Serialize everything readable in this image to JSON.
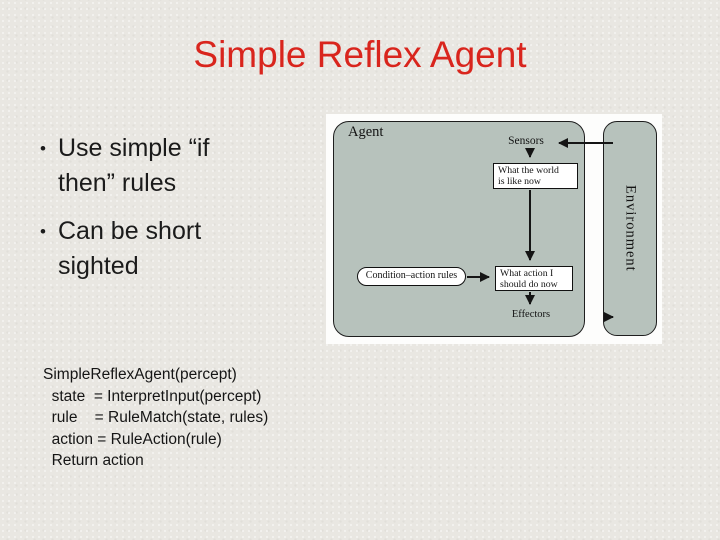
{
  "slide": {
    "title": "Simple Reflex Agent",
    "title_color": "#d9251d",
    "background_color": "#e9e7e2",
    "bullets": [
      "Use simple “if then” rules",
      "Can be short sighted"
    ],
    "code_lines": [
      "SimpleReflexAgent(percept)",
      "  state  = InterpretInput(percept)",
      "  rule    = RuleMatch(state, rules)",
      "  action = RuleAction(rule)",
      "  Return action"
    ]
  },
  "diagram": {
    "agent_label": "Agent",
    "environment_label": "Environment",
    "sensors_label": "Sensors",
    "effectors_label": "Effectors",
    "world_box_lines": [
      "What the world",
      "is like now"
    ],
    "action_box_lines": [
      "What action I",
      "should do now"
    ],
    "rules_label": "Condition–action rules",
    "node_fill_color": "#b7c2bc",
    "panel_color": "#fdfdfc"
  }
}
